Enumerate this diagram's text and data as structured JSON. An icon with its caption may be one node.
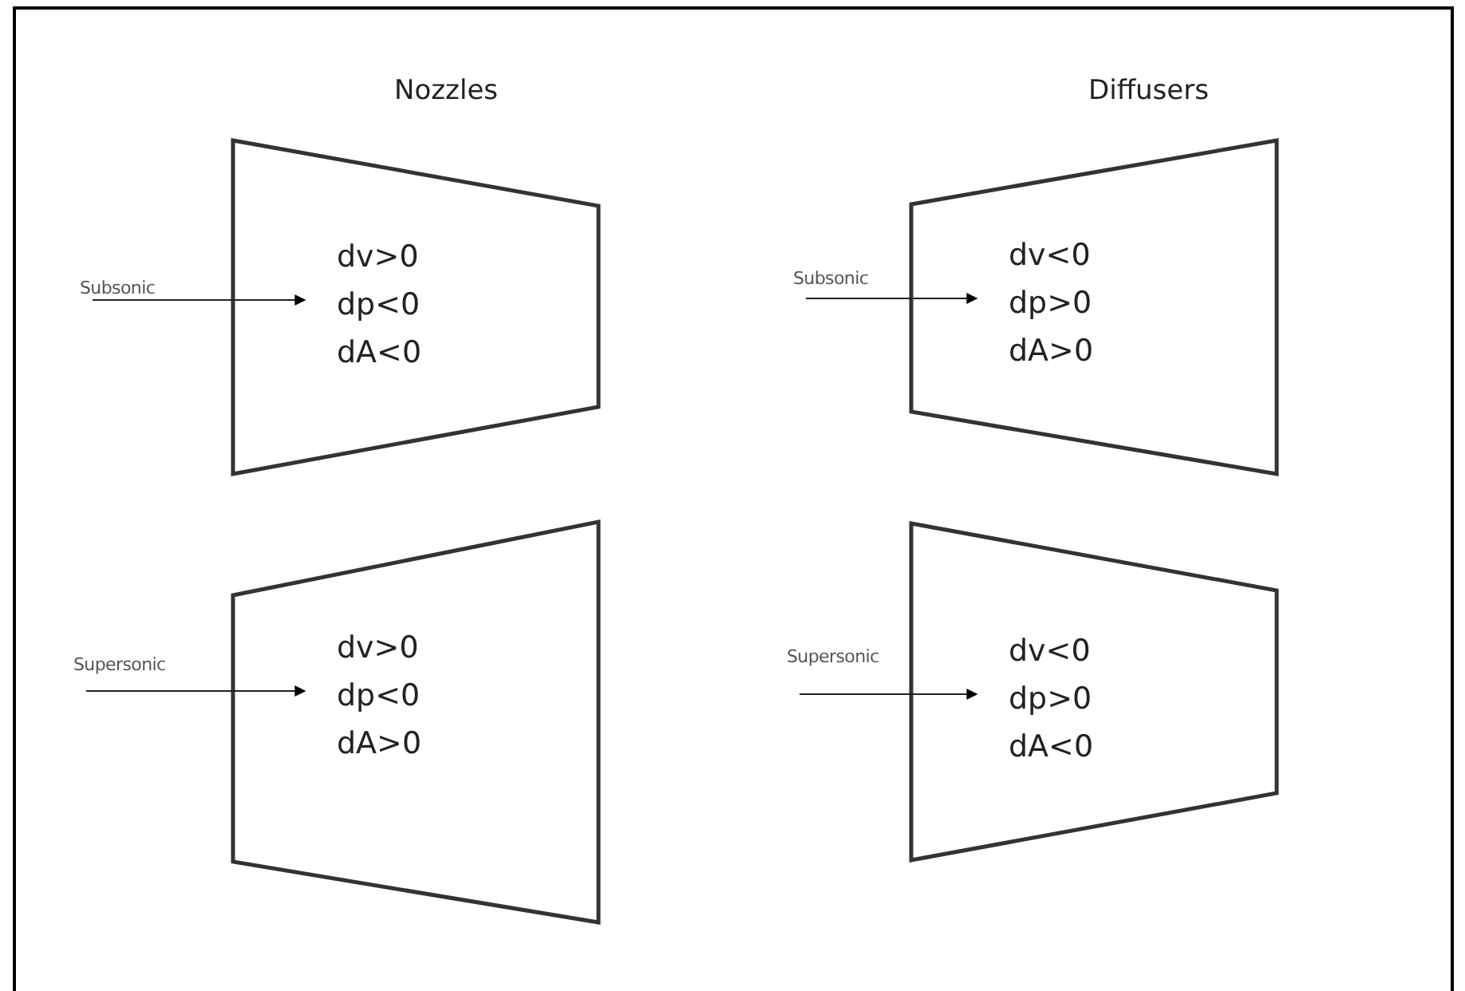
{
  "diagram": {
    "nodes": [
      {
        "text": [
          "Subsonic"
        ]
      },
      {
        "text": [
          "dv>0",
          "dp<0",
          "dA<0"
        ]
      },
      {
        "text": [
          "Subsonic"
        ]
      },
      {
        "text": [
          "dv<0",
          "dp>0",
          "dA>0"
        ]
      },
      {
        "text": [
          "Supersonic"
        ]
      },
      {
        "text": [
          "dv>0",
          "dp<0",
          "dA>0"
        ]
      },
      {
        "text": [
          "Supersonic"
        ]
      },
      {
        "text": [
          "dv<0",
          "dp>0",
          "dA<0"
        ]
      }
    ],
    "edges": [
      {
        "from": 0,
        "to": 1,
        "arrow": "to"
      },
      {
        "from": 2,
        "to": 3,
        "arrow": "to"
      },
      {
        "from": 4,
        "to": 5,
        "arrow": "to"
      },
      {
        "from": 6,
        "to": 7,
        "arrow": "to"
      }
    ],
    "labels": [
      "Nozzles",
      "Diffusers"
    ]
  }
}
